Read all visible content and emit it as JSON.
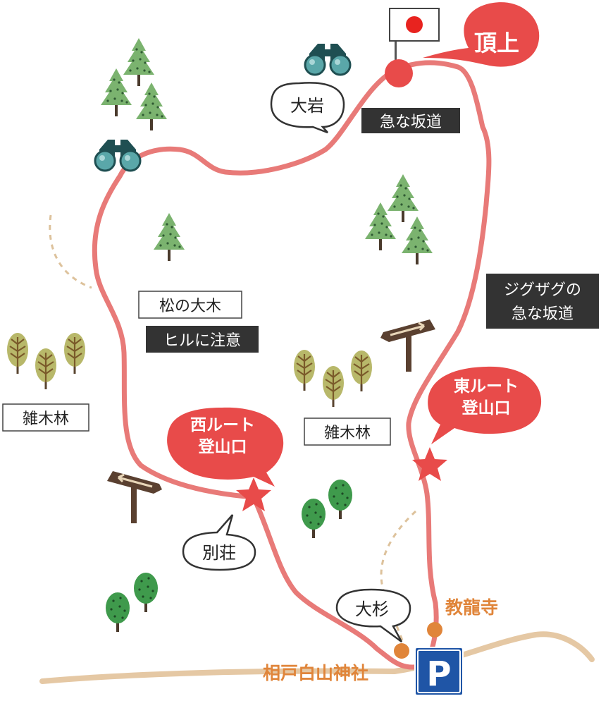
{
  "summit": {
    "label": "頂上",
    "flag": "japanese-flag-icon"
  },
  "boxed_labels": {
    "big_pine": "松の大木",
    "coppice_left": "雑木林",
    "coppice_center": "雑木林"
  },
  "dark_labels": {
    "steep_slope_top": "急な坂道",
    "leech_warning": "ヒルに注意",
    "zigzag_line1": "ジグザグの",
    "zigzag_line2": "急な坂道"
  },
  "speech_bubbles": {
    "big_rock": "大岩",
    "villa": "別荘",
    "cedar": "大杉"
  },
  "trailheads": {
    "west_line1": "西ルート",
    "west_line2": "登山口",
    "east_line1": "東ルート",
    "east_line2": "登山口"
  },
  "places": {
    "temple": "教龍寺",
    "shrine": "相戸白山神社",
    "parking": "P"
  },
  "colors": {
    "route": "#e87a78",
    "accent_red": "#e84b4a",
    "dark_box": "#333333",
    "orange_text": "#e0853a",
    "road": "#e5c8a4",
    "parking_blue": "#1f55a6",
    "tree_green": "#6fae6a",
    "binocular": "#1f5b5e",
    "signpost": "#5a4030"
  },
  "icons": [
    "binoculars-icon",
    "japanese-flag-icon",
    "star-icon",
    "signpost-icon",
    "conifer-tree-icon",
    "deciduous-tree-icon",
    "parking-icon"
  ]
}
